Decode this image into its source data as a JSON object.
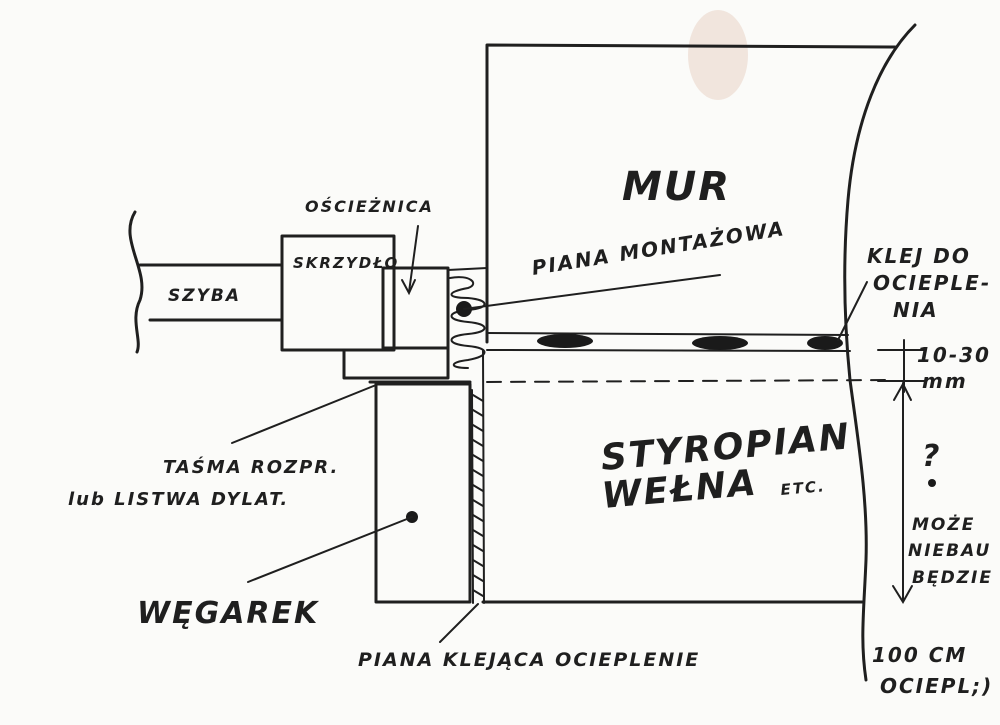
{
  "labels": {
    "mur": "MUR",
    "piana_montazowa": "PIANA MONTAŻOWA",
    "klej_line1": "KLEJ DO",
    "klej_line2": "OCIEPLE-",
    "klej_line3": "NIA",
    "oscieznica": "OŚCIEŻNICA",
    "skrzydlo": "SKRZYDŁO",
    "szyba": "SZYBA",
    "gap_line1": "10-30",
    "gap_line2": "mm",
    "styropian": "STYROPIAN",
    "welna": "WEŁNA",
    "etc": "ETC.",
    "question": "?",
    "moze": "MOŻE",
    "niebau": "NIEBAU",
    "bedzie": "BĘDZIE",
    "tasma_line1": "TAŚMA ROZPR.",
    "tasma_line2": "lub LISTWA DYLAT.",
    "wegarek": "WĘGAREK",
    "piana_klejaca": "PIANA KLEJĄCA OCIEPLENIE",
    "ocieplenie_line1": "100 CM",
    "ocieplenie_line2": "OCIEPL;)"
  },
  "colors": {
    "ink": "#1f1f1f",
    "paper": "#fbfbf9",
    "stain": "#e9d9cf"
  }
}
